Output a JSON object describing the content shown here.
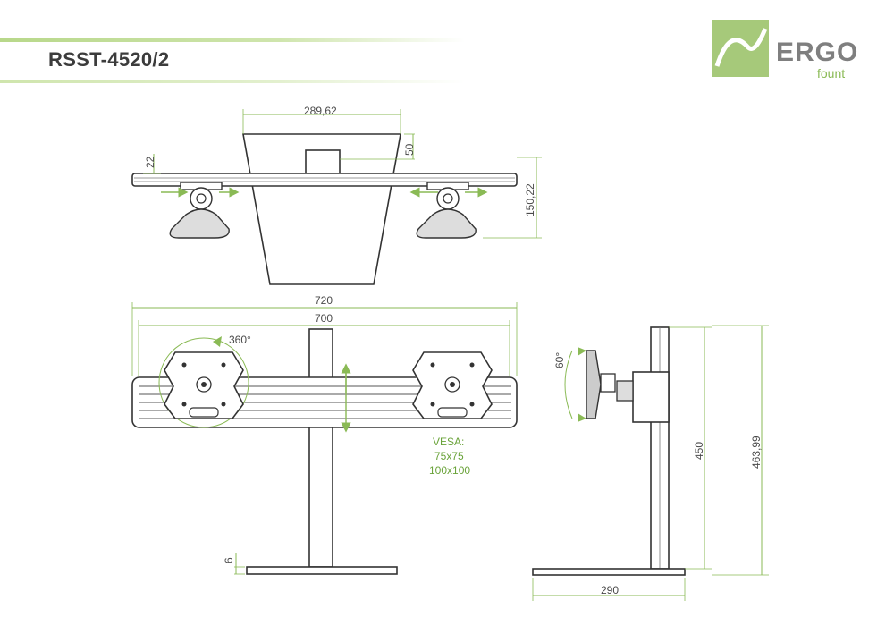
{
  "header": {
    "model_title": "RSST-4520/2"
  },
  "logo": {
    "word": "ERGO",
    "sub": "fount"
  },
  "dimensions": {
    "top_width": "289,62",
    "top_depth": "50",
    "top_bar_height": "22",
    "top_total_depth": "150,22",
    "front_outer_width": "720",
    "front_inner_width": "700",
    "rotation": "360°",
    "base_thickness": "6",
    "side_tilt": "60°",
    "side_height": "450",
    "side_total_height": "463,99",
    "side_base_width": "290"
  },
  "vesa": {
    "label": "VESA:",
    "size1": "75x75",
    "size2": "100x100"
  },
  "colors": {
    "accent": "#8aba55",
    "line": "#333333",
    "gray": "#aaaaaa"
  }
}
